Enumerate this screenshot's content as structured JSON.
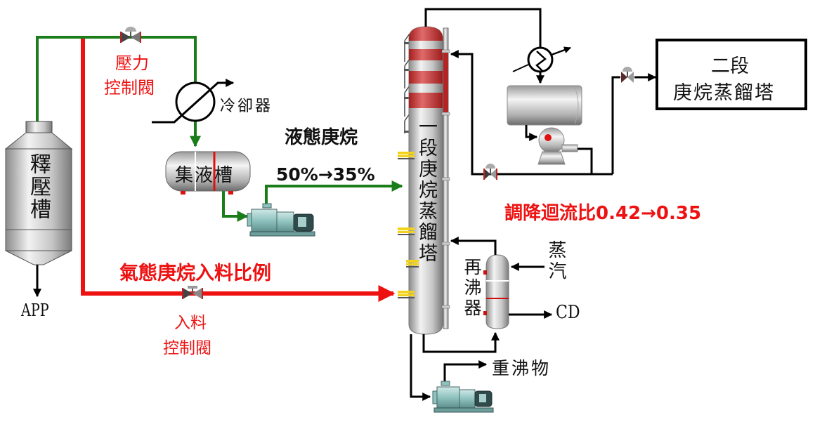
{
  "diagram": {
    "type": "process-flow",
    "colors": {
      "vapor_line": "#1a7d1a",
      "feed_line": "#ee1111",
      "process_line": "#000000",
      "annotation": "#ee1111",
      "label": "#111111",
      "column_stripe": "#cc2b2b",
      "platform": "#f2d21b"
    },
    "equipment": {
      "flash_tank": {
        "label": "釋壓槽",
        "icon": "vertical-vessel-icon"
      },
      "condenser": {
        "label": "冷卻器",
        "icon": "heat-exchanger-icon"
      },
      "accumulator": {
        "label": "集液槽",
        "icon": "horizontal-drum-icon"
      },
      "column": {
        "label": "一段庚烷蒸餾塔",
        "icon": "distillation-column-icon"
      },
      "reboiler": {
        "label": "再沸器",
        "icon": "reboiler-icon"
      },
      "second_column": {
        "line1": "二段",
        "line2": "庚烷蒸餾塔"
      },
      "overhead_condenser": {
        "icon": "heat-exchanger-icon"
      },
      "reflux_drum": {
        "icon": "horizontal-drum-icon"
      },
      "reflux_pump": {
        "icon": "centrifugal-pump-icon"
      },
      "liquid_pump": {
        "icon": "pump-icon"
      },
      "bottoms_pump": {
        "icon": "pump-icon"
      }
    },
    "valves": {
      "pressure_control": {
        "line1": "壓力",
        "line2": "控制閥"
      },
      "feed_control": {
        "line1": "入料",
        "line2": "控制閥"
      }
    },
    "streams": {
      "app": "APP",
      "steam": "蒸汽",
      "cd": "CD",
      "heavy_boilers": "重沸物"
    },
    "annotations": {
      "liquid_heptane": "液態庚烷",
      "liquid_ratio": "50%→35%",
      "vapor_feed_ratio": "氣態庚烷入料比例",
      "reflux_ratio": "調降迴流比0.42→0.35"
    }
  }
}
